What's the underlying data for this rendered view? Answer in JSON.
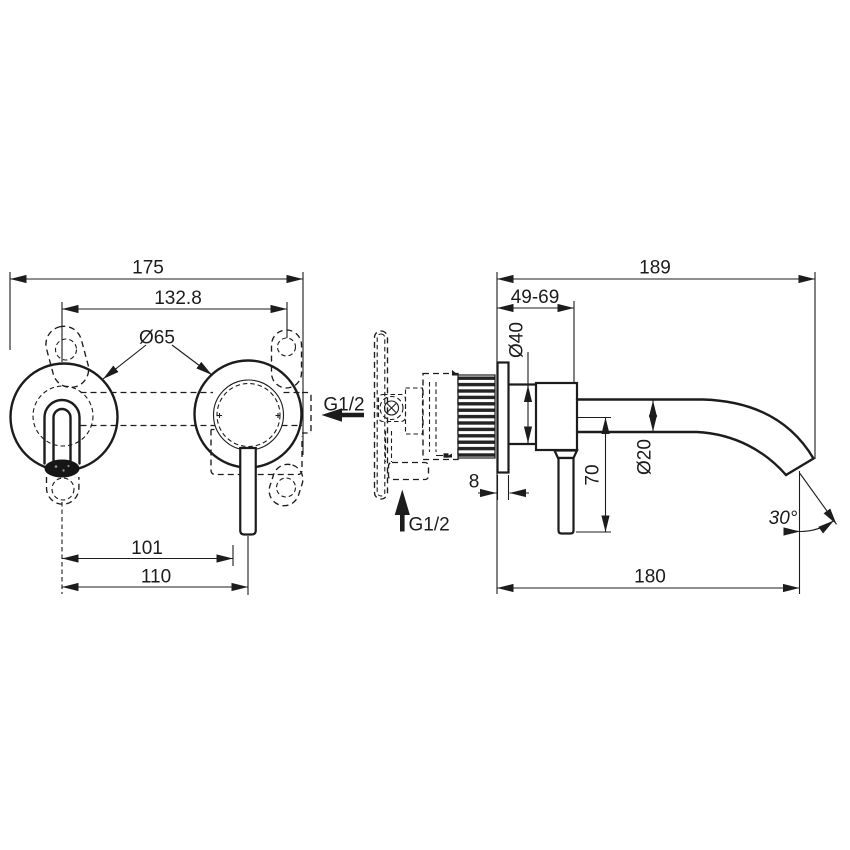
{
  "front_view": {
    "overall_width": "175",
    "fixing_centers": "132.8",
    "rosette_diameter": "Ø65",
    "spout_to_lever": "101",
    "axis_distance": "110"
  },
  "connections": {
    "outlet_thread": "G1/2",
    "inlet_thread": "G1/2"
  },
  "side_view": {
    "total_depth": "189",
    "built_in_depth_range": "49-69",
    "body_diameter": "Ø40",
    "rosette_offset": "8",
    "lever_drop": "70",
    "spout_diameter": "Ø20",
    "spout_reach": "180",
    "spout_angle": "30°"
  }
}
